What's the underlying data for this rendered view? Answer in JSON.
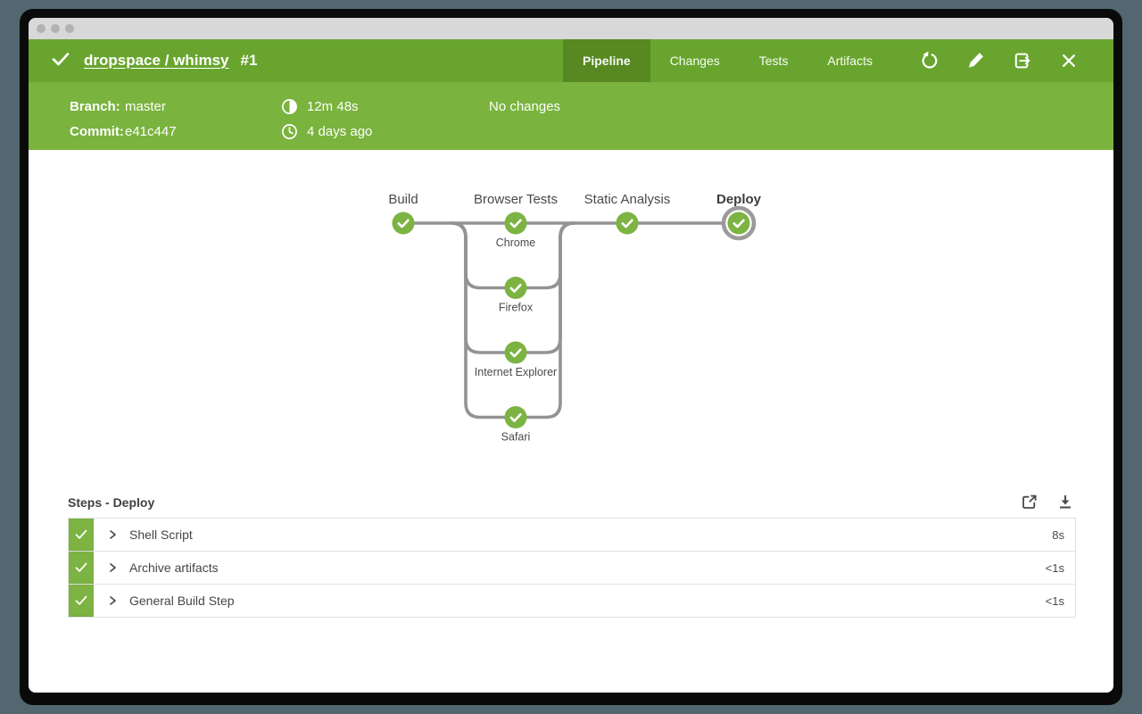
{
  "header": {
    "status_icon": "success-check",
    "title": "dropspace / whimsy",
    "run_number": "#1",
    "tabs": [
      {
        "label": "Pipeline",
        "active": true
      },
      {
        "label": "Changes",
        "active": false
      },
      {
        "label": "Tests",
        "active": false
      },
      {
        "label": "Artifacts",
        "active": false
      }
    ],
    "actions": [
      "rerun-icon",
      "edit-icon",
      "exit-icon",
      "close-icon"
    ]
  },
  "infobar": {
    "branch_label": "Branch:",
    "branch_value": "master",
    "commit_label": "Commit:",
    "commit_value": "e41c447",
    "duration": "12m 48s",
    "completed": "4 days ago",
    "changes": "No changes"
  },
  "pipeline": {
    "selected_stage": "Deploy",
    "stages": [
      {
        "name": "Build",
        "status": "success",
        "selected": false,
        "parallels": []
      },
      {
        "name": "Browser Tests",
        "status": "success",
        "selected": false,
        "parallels": [
          {
            "name": "Chrome",
            "status": "success"
          },
          {
            "name": "Firefox",
            "status": "success"
          },
          {
            "name": "Internet Explorer",
            "status": "success"
          },
          {
            "name": "Safari",
            "status": "success"
          }
        ]
      },
      {
        "name": "Static Analysis",
        "status": "success",
        "selected": false,
        "parallels": []
      },
      {
        "name": "Deploy",
        "status": "success",
        "selected": true,
        "parallels": []
      }
    ]
  },
  "steps": {
    "title": "Steps - Deploy",
    "actions": [
      "external-link-icon",
      "download-icon"
    ],
    "rows": [
      {
        "status": "success",
        "name": "Shell Script",
        "duration": "8s"
      },
      {
        "status": "success",
        "name": "Archive artifacts",
        "duration": "<1s"
      },
      {
        "status": "success",
        "name": "General Build Step",
        "duration": "<1s"
      }
    ]
  },
  "colors": {
    "desktop_bg": "#52676F",
    "header_green": "#69a52e",
    "bar_green": "#7ab33d",
    "selected_tab": "#578821",
    "node_green": "#7cb342",
    "connector_gray": "#949393",
    "ring_gray": "#9b9b9b"
  }
}
